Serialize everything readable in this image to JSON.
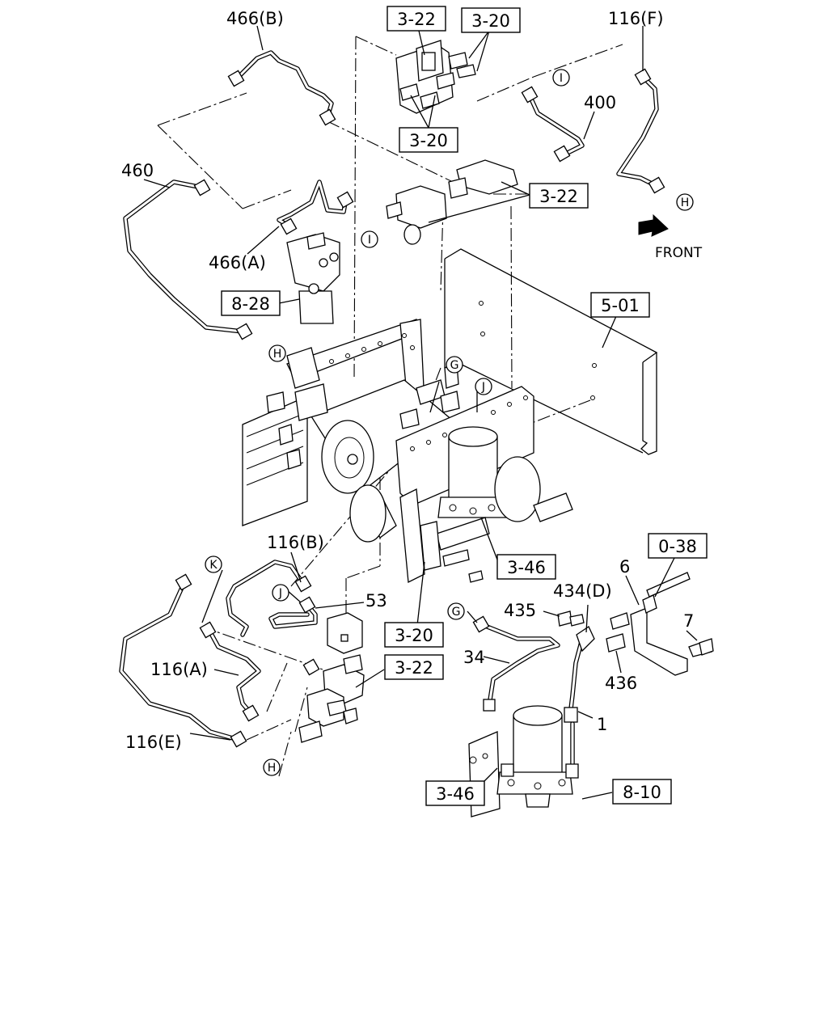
{
  "callouts": [
    {
      "id": "p466b",
      "text": "466(B)"
    },
    {
      "id": "p116f",
      "text": "116(F)"
    },
    {
      "id": "p400",
      "text": "400"
    },
    {
      "id": "p460",
      "text": "460"
    },
    {
      "id": "p466a",
      "text": "466(A)"
    },
    {
      "id": "front",
      "text": "FRONT"
    },
    {
      "id": "p116b",
      "text": "116(B)"
    },
    {
      "id": "p53",
      "text": "53"
    },
    {
      "id": "p116a",
      "text": "116(A)"
    },
    {
      "id": "p116e",
      "text": "116(E)"
    },
    {
      "id": "p434d",
      "text": "434(D)"
    },
    {
      "id": "p435",
      "text": "435"
    },
    {
      "id": "p6",
      "text": "6"
    },
    {
      "id": "p7",
      "text": "7"
    },
    {
      "id": "p436",
      "text": "436"
    },
    {
      "id": "p34",
      "text": "34"
    },
    {
      "id": "p1",
      "text": "1"
    }
  ],
  "ref_boxes": [
    {
      "id": "r322a",
      "text": "3-22"
    },
    {
      "id": "r320a",
      "text": "3-20"
    },
    {
      "id": "r320b",
      "text": "3-20"
    },
    {
      "id": "r322b",
      "text": "3-22"
    },
    {
      "id": "r501",
      "text": "5-01"
    },
    {
      "id": "r828",
      "text": "8-28"
    },
    {
      "id": "r346a",
      "text": "3-46"
    },
    {
      "id": "r038",
      "text": "0-38"
    },
    {
      "id": "r320c",
      "text": "3-20"
    },
    {
      "id": "r322c",
      "text": "3-22"
    },
    {
      "id": "r346b",
      "text": "3-46"
    },
    {
      "id": "r810",
      "text": "8-10"
    }
  ],
  "connection_marks": [
    {
      "id": "cI1",
      "text": "I"
    },
    {
      "id": "cH1",
      "text": "H"
    },
    {
      "id": "cI2",
      "text": "I"
    },
    {
      "id": "cH2",
      "text": "H"
    },
    {
      "id": "cG1",
      "text": "G"
    },
    {
      "id": "cJ1",
      "text": "J"
    },
    {
      "id": "cK1",
      "text": "K"
    },
    {
      "id": "cJ2",
      "text": "J"
    },
    {
      "id": "cG2",
      "text": "G"
    },
    {
      "id": "cH3",
      "text": "H"
    }
  ]
}
